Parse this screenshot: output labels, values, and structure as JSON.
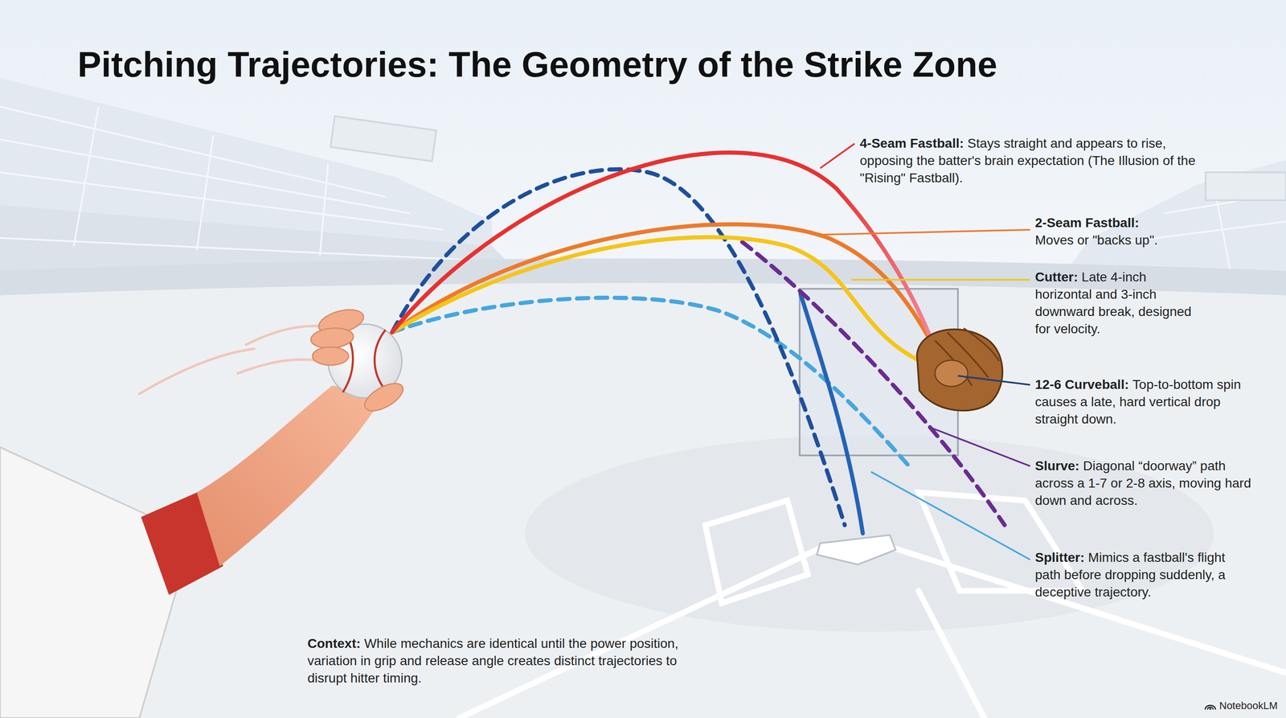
{
  "diagram": {
    "title": "Pitching Trajectories: The Geometry of the Strike Zone",
    "labels": [
      "4-Seam Fastball:",
      "Stays straight and appears to rise, opposing the batter's brain expectation (The Illusion of the \"Rising\" Fastball).",
      "2-Seam Fastball:",
      "Moves or \"backs up\".",
      "Cutter:",
      "Late 4-inch horizontal and 3-inch downward break, designed for velocity.",
      "12-6 Curveball:",
      "Top-to-bottom spin causes a late, hard vertical drop straight down.",
      "Slurve:",
      "Diagonal “doorway” path across a 1-7 or 2-8 axis, moving hard down and across.",
      "Splitter:",
      "Mimics a fastball's flight path before dropping suddenly, a deceptive trajectory.",
      "Context:",
      "While mechanics are identical until the power position, variation in grip and release angle creates distinct trajectories to disrupt hitter timing.",
      "NotebookLM"
    ]
  }
}
